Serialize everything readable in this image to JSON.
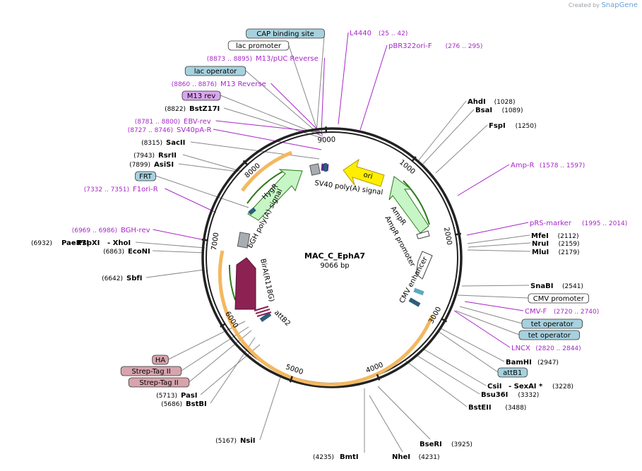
{
  "watermark": {
    "created_by": "Created by",
    "brand": "SnapGene"
  },
  "plasmid": {
    "name": "MAC_C_EphA7",
    "size_label": "9066 bp",
    "length": 9066
  },
  "colors": {
    "enzyme": "#000000",
    "primer": "#a726c8",
    "leader": "#888888",
    "primer_leader": "#a726c8",
    "backbone": "#222222",
    "orange": "#f4b860",
    "green_dark": "#2f7a1a",
    "hygR": "#c6f5c6",
    "ampR": "#c6f5c6",
    "ori": "#ffee00",
    "birA": "#8b2252",
    "blue_box": "#a7d1df",
    "pink_box": "#d7a4ad",
    "purple_box": "#d9a6ef"
  },
  "ticks": [
    "1000",
    "2000",
    "3000",
    "4000",
    "5000",
    "6000",
    "7000",
    "8000",
    "9000"
  ],
  "features": {
    "hygR": "HygR",
    "ori": "ori",
    "ampR": "AmpR",
    "ampR_promoter": "AmpR promoter",
    "cmv_enhancer": "CMV enhancer",
    "sv40": "SV40 poly(A) signal",
    "bgh": "bGH poly(A) signal",
    "birA": "BirA(R118G)",
    "attB2": "attB2"
  },
  "labels": {
    "top_left": [
      {
        "text": "CAP binding site",
        "style": "blue"
      },
      {
        "text": "lac promoter",
        "style": "white"
      },
      {
        "text": "(8873 .. 8895)",
        "text2": "M13/pUC Reverse",
        "style": "primer"
      },
      {
        "text": "lac operator",
        "style": "blue"
      },
      {
        "text": "(8860 .. 8876)",
        "text2": "M13 Reverse",
        "style": "primer"
      },
      {
        "text": "M13 rev",
        "style": "purple"
      },
      {
        "text": "(8822)",
        "text2": "BstZ17I",
        "style": "enzyme"
      },
      {
        "text": "(8781 .. 8800)",
        "text2": "EBV-rev",
        "style": "primer"
      },
      {
        "text": "(8727 .. 8746)",
        "text2": "SV40pA-R",
        "style": "primer"
      },
      {
        "text": "(8315)",
        "text2": "SacII",
        "style": "enzyme"
      },
      {
        "text": "(7943)",
        "text2": "RsrII",
        "style": "enzyme"
      },
      {
        "text": "(7899)",
        "text2": "AsiSI",
        "style": "enzyme"
      },
      {
        "text": "FRT",
        "style": "blue"
      },
      {
        "text": "(7332 .. 7351)",
        "text2": "F1ori-R",
        "style": "primer"
      },
      {
        "text": "(6969 .. 6986)",
        "text2": "BGH-rev",
        "style": "primer"
      },
      {
        "text": "(6932)",
        "text2": "PaeR7I",
        "text3": "- PspXI",
        "text4": "- XhoI",
        "style": "enzyme3"
      },
      {
        "text": "(6863)",
        "text2": "EcoNI",
        "style": "enzyme"
      },
      {
        "text": "(6642)",
        "text2": "SbfI",
        "style": "enzyme"
      },
      {
        "text": "HA",
        "style": "pink"
      },
      {
        "text": "Strep-Tag II",
        "style": "pink"
      },
      {
        "text": "Strep-Tag II",
        "style": "pink"
      },
      {
        "text": "(5713)",
        "text2": "PasI",
        "style": "enzyme"
      },
      {
        "text": "(5686)",
        "text2": "BstBI",
        "style": "enzyme"
      },
      {
        "text": "(5167)",
        "text2": "NsiI",
        "style": "enzyme"
      }
    ],
    "top_right": [
      {
        "text": "L4440",
        "text2": "(25 .. 42)",
        "style": "primer"
      },
      {
        "text": "pBR322ori-F",
        "text2": "(276 .. 295)",
        "style": "primer"
      },
      {
        "text": "AhdI",
        "text2": "(1028)",
        "style": "enzyme"
      },
      {
        "text": "BsaI",
        "text2": "(1089)",
        "style": "enzyme"
      },
      {
        "text": "FspI",
        "text2": "(1250)",
        "style": "enzyme"
      },
      {
        "text": "Amp-R",
        "text2": "(1578 .. 1597)",
        "style": "primer"
      },
      {
        "text": "pRS-marker",
        "text2": "(1995 .. 2014)",
        "style": "primer"
      },
      {
        "text": "MfeI",
        "text2": "(2112)",
        "style": "enzyme"
      },
      {
        "text": "NruI",
        "text2": "(2159)",
        "style": "enzyme"
      },
      {
        "text": "MluI",
        "text2": "(2179)",
        "style": "enzyme"
      },
      {
        "text": "SnaBI",
        "text2": "(2541)",
        "style": "enzyme"
      },
      {
        "text": "CMV promoter",
        "style": "white"
      },
      {
        "text": "CMV-F",
        "text2": "(2720 .. 2740)",
        "style": "primer"
      },
      {
        "text": "tet operator",
        "style": "blue"
      },
      {
        "text": "tet operator",
        "style": "blue"
      },
      {
        "text": "LNCX",
        "text2": "(2820 .. 2844)",
        "style": "primer"
      },
      {
        "text": "BamHI",
        "text2": "(2947)",
        "style": "enzyme"
      },
      {
        "text": "attB1",
        "style": "blue"
      },
      {
        "text": "CsiI",
        "text2": "- SexAI *",
        "text3": "(3228)",
        "style": "enzyme2"
      },
      {
        "text": "Bsu36I",
        "text2": "(3332)",
        "style": "enzyme"
      },
      {
        "text": "BstEII",
        "text2": "(3488)",
        "style": "enzyme"
      },
      {
        "text": "BseRI",
        "text2": "(3925)",
        "style": "enzyme"
      },
      {
        "text": "NheI",
        "text2": "(4231)",
        "style": "enzyme"
      },
      {
        "text": "BmtI",
        "text2": "(4235)",
        "style": "enzyme_left"
      }
    ]
  }
}
